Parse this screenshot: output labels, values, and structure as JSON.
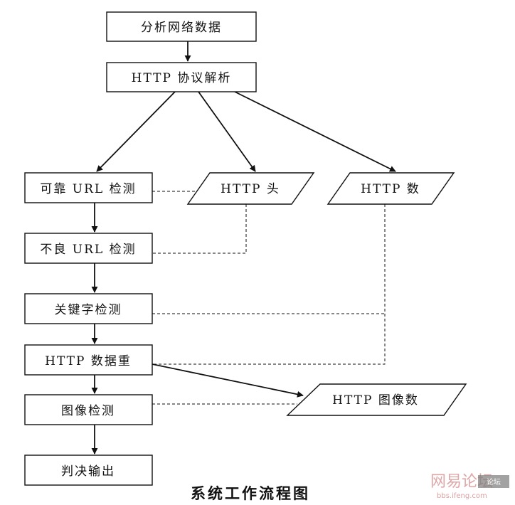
{
  "nodes": {
    "analyze": "分析网络数据",
    "http_parse": "HTTP 协议解析",
    "reliable_url": "可靠 URL 检测",
    "http_header": "HTTP 头",
    "http_data": "HTTP  数",
    "bad_url": "不良 URL 检测",
    "keyword": "关键字检测",
    "http_reassemble": "HTTP  数据重",
    "image_detect": "图像检测",
    "http_image_data": "HTTP  图像数",
    "verdict": "判决输出"
  },
  "caption": "系统工作流程图",
  "watermark": {
    "brand": "网易论坛",
    "url": "bbs.ifeng.com",
    "badge": "论坛"
  }
}
